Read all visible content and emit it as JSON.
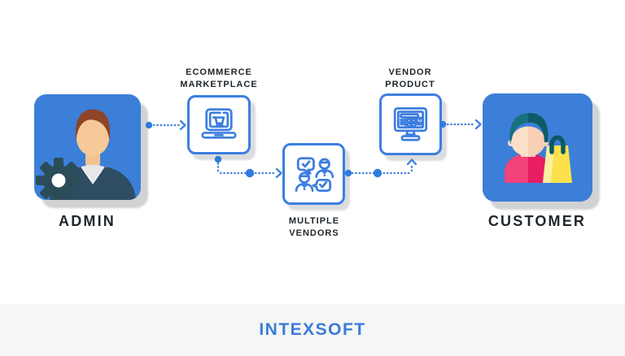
{
  "diagram": {
    "title_hint": "multi-vendor ecommerce marketplace flow",
    "nodes": [
      {
        "id": "admin",
        "label": "ADMIN",
        "icon": "admin-user-gear-icon",
        "tile_style": "filled-blue"
      },
      {
        "id": "ecommerce-marketplace",
        "label": "ECOMMERCE\nMARKETPLACE",
        "icon": "laptop-shopping-cart-icon",
        "tile_style": "outlined"
      },
      {
        "id": "multiple-vendors",
        "label": "MULTIPLE\nVENDORS",
        "icon": "vendors-chat-checkmarks-icon",
        "tile_style": "outlined"
      },
      {
        "id": "vendor-product",
        "label": "VENDOR\nPRODUCT",
        "icon": "monitor-product-dashboard-icon",
        "tile_style": "outlined"
      },
      {
        "id": "customer",
        "label": "CUSTOMER",
        "icon": "customer-shopping-bag-icon",
        "tile_style": "filled-blue"
      }
    ],
    "connectors": [
      {
        "from": "ADMIN",
        "to": "ECOMMERCE MARKETPLACE",
        "style": "dotted-arrow"
      },
      {
        "from": "ECOMMERCE MARKETPLACE",
        "to": "MULTIPLE VENDORS",
        "style": "dotted-arrow"
      },
      {
        "from": "MULTIPLE VENDORS",
        "to": "VENDOR PRODUCT",
        "style": "dotted-arrow"
      },
      {
        "from": "VENDOR PRODUCT",
        "to": "CUSTOMER",
        "style": "dotted-arrow"
      }
    ]
  },
  "footer": {
    "logo_text": "INTEXSOFT"
  },
  "colors": {
    "node_fill_blue": "#3b7fd9",
    "icon_outline_blue": "#3d7ee0",
    "connector_blue": "#3c80df",
    "label_text": "#20272c",
    "logo_blue": "#3a7cd9",
    "footer_background": "#f5f6f6",
    "admin_gear": "#2b4d59",
    "admin_hair": "#8e452a",
    "customer_shirt_pink": "#e91d62",
    "customer_bag_yellow": "#fce14d"
  }
}
